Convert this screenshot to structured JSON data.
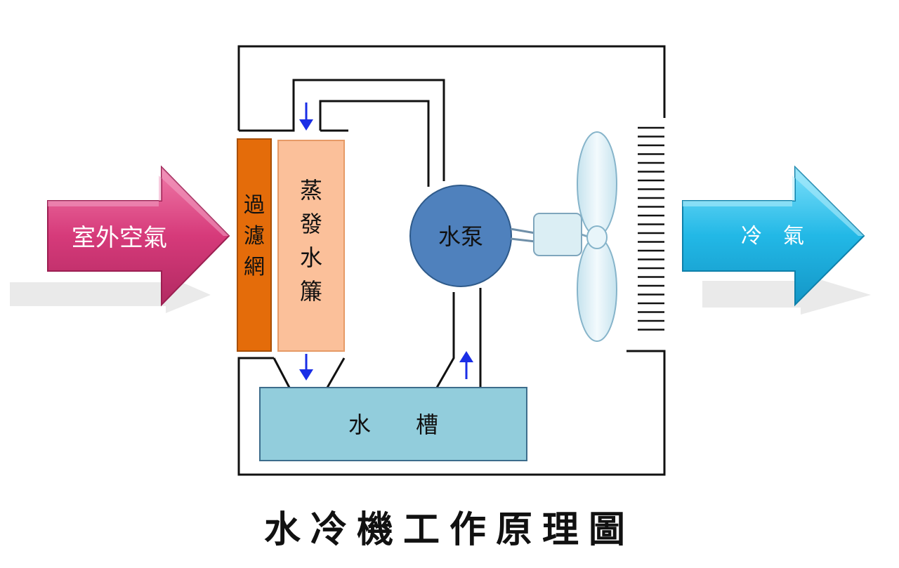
{
  "labels": {
    "outside_air": "室外空氣",
    "filter_mesh": [
      "過",
      "濾",
      "網"
    ],
    "evaporative_pad": [
      "蒸",
      "發",
      "水",
      "簾"
    ],
    "water_pump": "水泵",
    "water_tank": "水　　槽",
    "cool_air": "冷　氣"
  },
  "caption": "水冷機工作原理圖",
  "colors": {
    "intake_arrow": "#d63a7a",
    "outflow_arrow": "#22b8e6",
    "filter": "#e46c0a",
    "evaporative_pad": "#fbc09a",
    "pump": "#4f81bd",
    "tank": "#92cddc",
    "fan": "#dbeef4",
    "flow_arrows": "#1a2ee6"
  }
}
